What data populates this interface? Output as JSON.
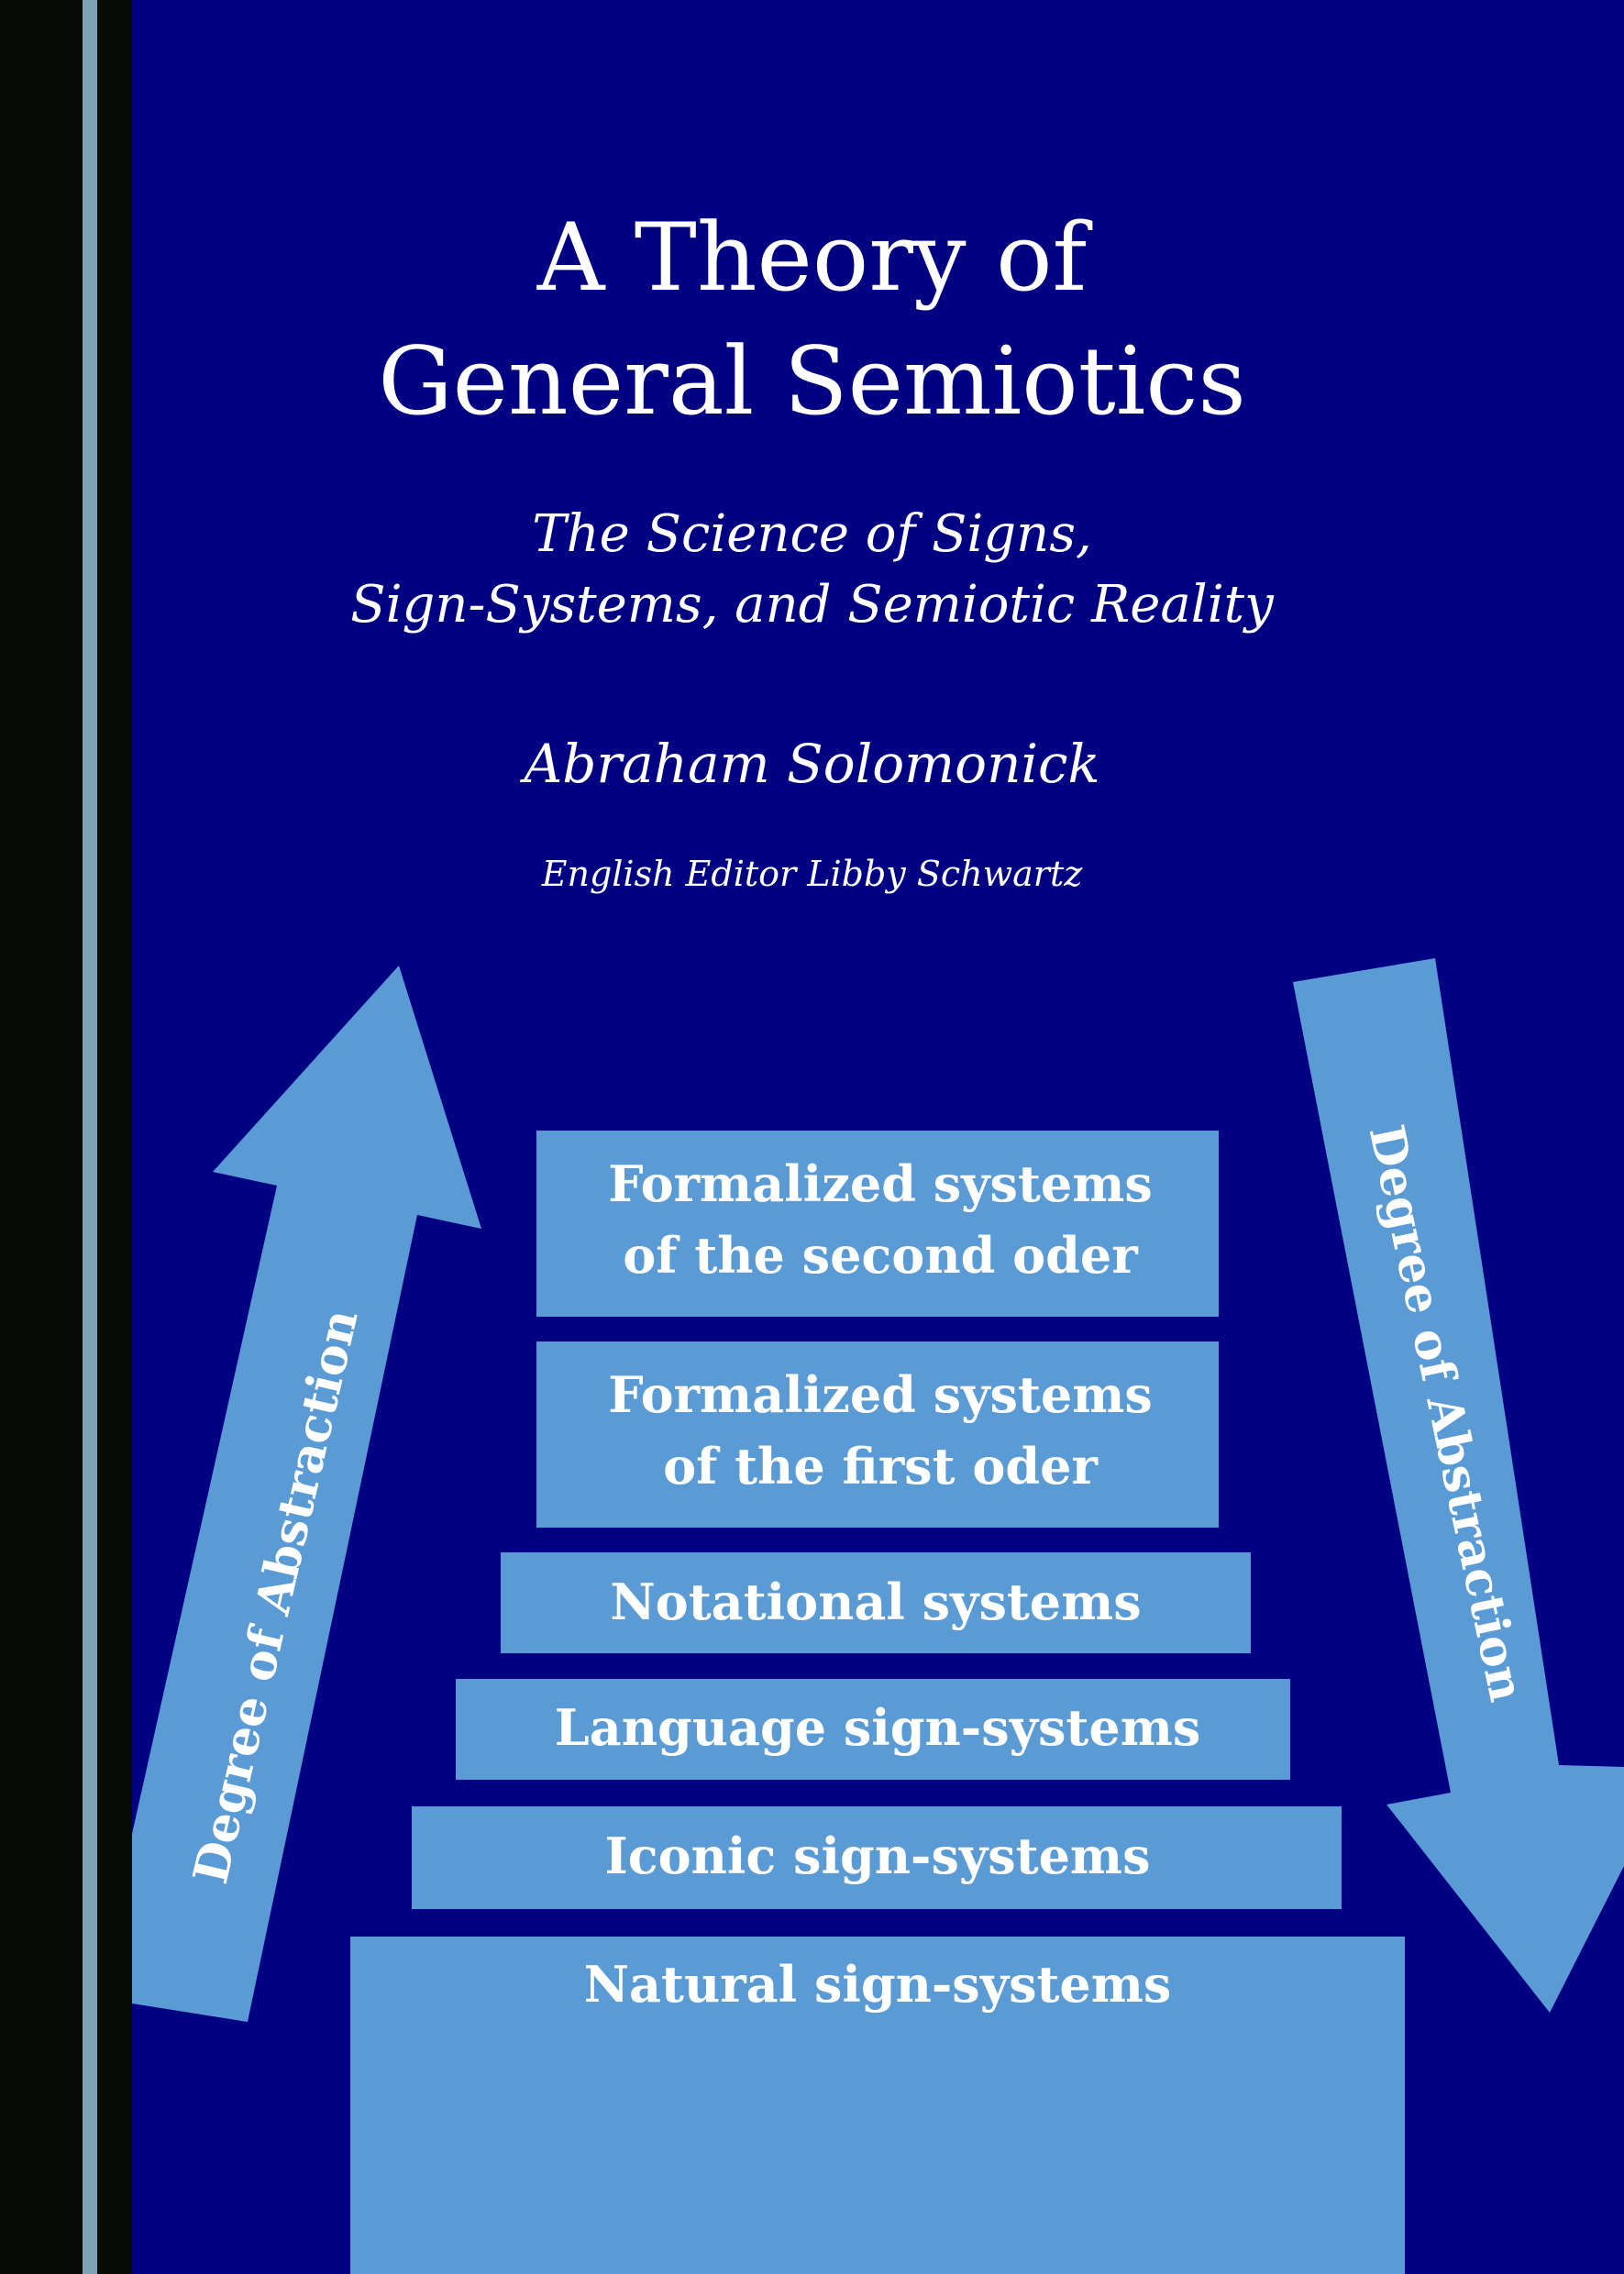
{
  "cover": {
    "title_line1": "A Theory of",
    "title_line2": "General Semiotics",
    "subtitle_line1": "The Science of Signs,",
    "subtitle_line2": "Sign-Systems, and Semiotic Reality",
    "author": "Abraham Solomonick",
    "editor": "English Editor Libby Schwartz"
  },
  "diagram": {
    "arrow_left_label": "Degree of Abstraction",
    "arrow_right_label": "Degree of Abstraction",
    "levels": [
      {
        "line1": "Formalized systems",
        "line2": "of the second oder"
      },
      {
        "line1": "Formalized systems",
        "line2": "of the first oder"
      },
      {
        "line1": "Notational systems"
      },
      {
        "line1": "Language sign-systems"
      },
      {
        "line1": "Iconic sign-systems"
      },
      {
        "line1": "Natural sign-systems"
      }
    ]
  },
  "colors": {
    "background": "#000083",
    "box_fill": "#5b9bd5",
    "spine_dark": "#080c06",
    "spine_stripe": "#7fa3b3",
    "text": "#ffffff"
  }
}
